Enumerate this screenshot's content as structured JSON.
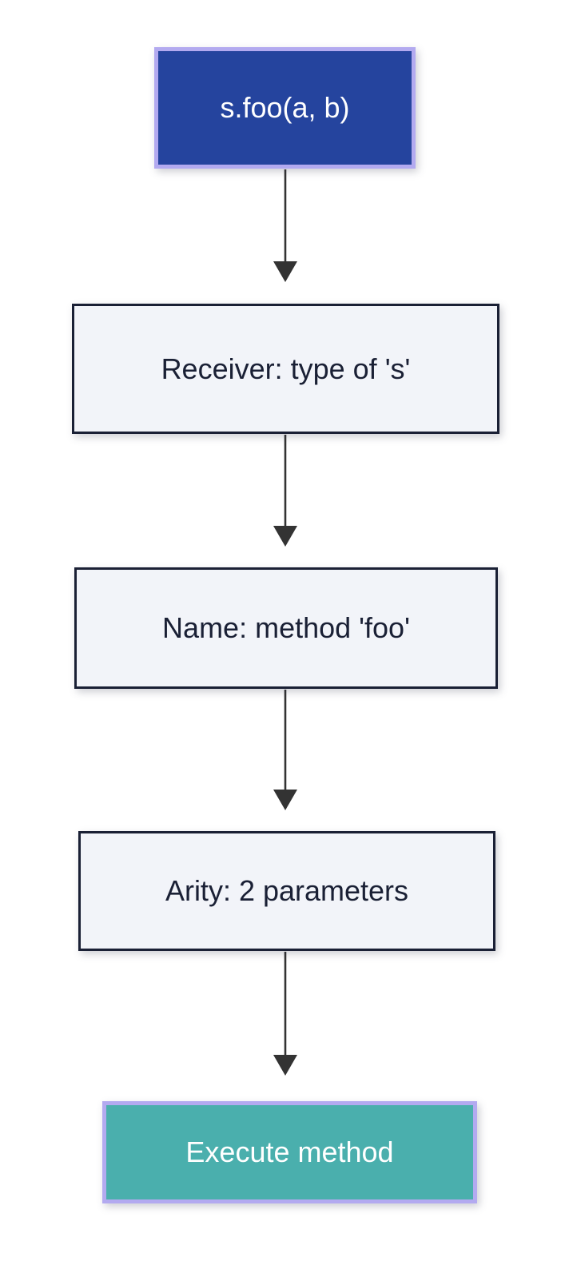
{
  "diagram": {
    "type": "flowchart",
    "direction": "top-to-bottom",
    "background_color": "#ffffff",
    "nodes": [
      {
        "id": "call",
        "label": "s.foo(a, b)",
        "shape": "rectangle",
        "fill_color": "#25449e",
        "border_color": "#b3aaf0",
        "text_color": "#ffffff"
      },
      {
        "id": "receiver",
        "label": "Receiver: type of 's'",
        "shape": "rectangle",
        "fill_color": "#f2f4f9",
        "border_color": "#1a2035",
        "text_color": "#1a2035"
      },
      {
        "id": "name",
        "label": "Name: method 'foo'",
        "shape": "rectangle",
        "fill_color": "#f2f4f9",
        "border_color": "#1a2035",
        "text_color": "#1a2035"
      },
      {
        "id": "arity",
        "label": "Arity: 2 parameters",
        "shape": "rectangle",
        "fill_color": "#f2f4f9",
        "border_color": "#1a2035",
        "text_color": "#1a2035"
      },
      {
        "id": "execute",
        "label": "Execute method",
        "shape": "rectangle",
        "fill_color": "#4aafad",
        "border_color": "#b3aaf0",
        "text_color": "#ffffff"
      }
    ],
    "edges": [
      {
        "id": "edge-call-receiver",
        "from": "call",
        "to": "receiver",
        "label": "",
        "arrowhead": "filled-triangle",
        "color": "#333333"
      },
      {
        "id": "edge-receiver-name",
        "from": "receiver",
        "to": "name",
        "label": "",
        "arrowhead": "filled-triangle",
        "color": "#333333"
      },
      {
        "id": "edge-name-arity",
        "from": "name",
        "to": "arity",
        "label": "",
        "arrowhead": "filled-triangle",
        "color": "#333333"
      },
      {
        "id": "edge-arity-execute",
        "from": "arity",
        "to": "execute",
        "label": "",
        "arrowhead": "filled-triangle",
        "color": "#333333"
      }
    ]
  }
}
